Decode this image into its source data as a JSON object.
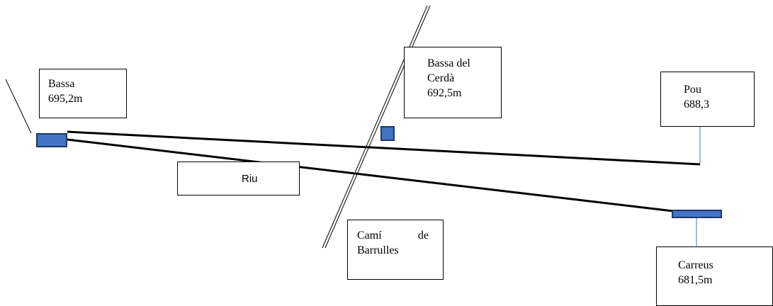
{
  "labels": {
    "bassa": {
      "name": "Bassa",
      "altitude": "695,2m"
    },
    "bassa_cerda": {
      "name_line1": "Bassa del",
      "name_line2": "Cerdà",
      "altitude": "692,5m"
    },
    "pou": {
      "name": "Pou",
      "altitude": "688,3"
    },
    "riu": {
      "name": "Riu"
    },
    "cami": {
      "word1": "Camí",
      "word2": "de",
      "line2": "Barrulles"
    },
    "carreus": {
      "name": "Carreus",
      "altitude": "681,5m"
    }
  },
  "colors": {
    "marker_fill": "#4472c4",
    "marker_border": "#1f3864",
    "line": "#000000",
    "connector": "#4472c4"
  }
}
